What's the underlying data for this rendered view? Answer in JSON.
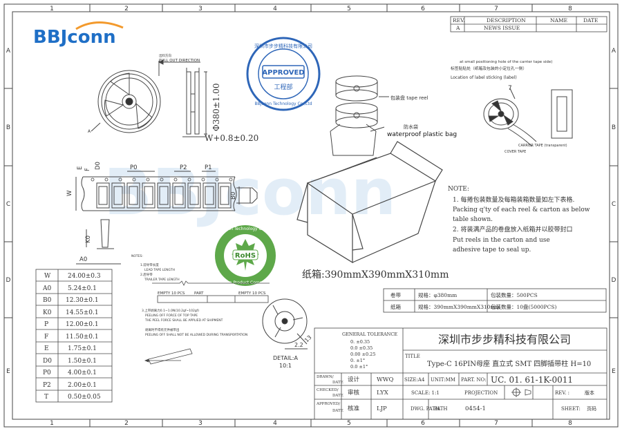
{
  "drawing": {
    "col_numbers": [
      "1",
      "2",
      "3",
      "4",
      "5",
      "6",
      "7",
      "8"
    ],
    "row_letters": [
      "A",
      "B",
      "C",
      "D",
      "E"
    ],
    "brand_logo_text": "BBJconn",
    "watermark_text": "BBJconn"
  },
  "revision_table": {
    "headers": [
      "REV.",
      "DESCRIPTION",
      "NAME",
      "DATE"
    ],
    "row": [
      "A",
      "NEWS ISSUE",
      "",
      ""
    ]
  },
  "reel_view": {
    "pull_label": "PULL OUT DIRECTION",
    "pull_small": "出料方向",
    "label_a": "A",
    "dim_diameter": "Φ380±1.00",
    "dim_width": "W+0.8±0.20"
  },
  "approval_stamp": {
    "ring_top": "深圳市步步精科技有限公司",
    "ring_bottom": "BBJconn Technology Co.,Ltd",
    "center_label": "APPROVED",
    "dept": "工程部"
  },
  "pack_view": {
    "reel_label": "包装盘 tape reel",
    "bag_label_cn": "防水袋",
    "bag_label_en": "waterproof plastic bag"
  },
  "label_note": {
    "line1": "at small positioning hole of the carrier tape side)",
    "line2": "标签贴贴处（纸箱及包装的小定位孔一侧）",
    "line3": "Location of label sticking (label)",
    "mark_7": "7",
    "carrier_tape": "CARRIER TAPE (transparent)",
    "cover_tape": "COVER TAPE"
  },
  "tape_view": {
    "p0": "P0",
    "p2": "P2",
    "p1": "P1",
    "e": "E",
    "f": "F",
    "d0": "D0",
    "w": "W",
    "b0": "B0",
    "k0": "K0",
    "a0": "A0"
  },
  "rohs_seal": {
    "ring_top": "BBJconn Technology Co., Ltd",
    "center": "RoHS",
    "ring_bottom": "Green Product Compliant"
  },
  "carton": {
    "size_label": "纸箱:390mmX390mmX310mm"
  },
  "notes": {
    "title": "NOTE:",
    "n1_cn": "1. 每捲包装数量及每箱装箱数量如左下表格.",
    "n1_en_a": "Packing q'ty of each reel & carton as below",
    "n1_en_b": "table shown.",
    "n2_cn": "2. 将装满产品的卷盘放入纸箱并以胶带封口",
    "n2_en_a": "Put reels in the carton and use",
    "n2_en_b": "adhesive tape to seal up."
  },
  "packing_table": {
    "rows": [
      [
        "卷带",
        "规格：φ380mm",
        "包装数量：500PCS"
      ],
      [
        "纸箱",
        "规格：390mmX390mmX310mm",
        "包装数量：10盘(5000PCS)"
      ]
    ]
  },
  "small_notes": {
    "notes_label": "NOTES:",
    "leader": "1.前导带长度",
    "leader_en": "LEAD TAPE LENGTH",
    "trailer": "2.后导带",
    "trailer_en": "TRAILER TAPE LENGTH",
    "empty_left": "EMPTY 10 PCS",
    "part": "PART",
    "empty_right": "EMPTY 10 PCS",
    "peel_cn": "3.上带剥离力0.1~1.0N(10.2gf~102gf)",
    "peel_en": "PEELING OFF FORCE OF TOP TAPE",
    "peel_note": "THE PEEL FORCE SHALL BE APPLIED AT SHIPMENT",
    "peel_cn2": "剥离时不得有元件被带出",
    "peel_en2": "PEELING OFF SHALL NOT BE ALLOWED DURING TRANSPORTATION"
  },
  "detail_view": {
    "label": "DETAIL:A",
    "scale": "10:1",
    "dim_13": "13",
    "dim_22": "2.2"
  },
  "dimension_table": {
    "rows": [
      [
        "W",
        "24.00±0.3"
      ],
      [
        "A0",
        "5.24±0.1"
      ],
      [
        "B0",
        "12.30±0.1"
      ],
      [
        "K0",
        "14.55±0.1"
      ],
      [
        "P",
        "12.00±0.1"
      ],
      [
        "F",
        "11.50±0.1"
      ],
      [
        "E",
        "1.75±0.1"
      ],
      [
        "D0",
        "1.50±0.1"
      ],
      [
        "P0",
        "4.00±0.1"
      ],
      [
        "P2",
        "2.00±0.1"
      ],
      [
        "T",
        "0.50±0.05"
      ]
    ]
  },
  "title_block": {
    "tolerance_title": "GENERAL TOLERANCE",
    "tolerances": [
      "0.   ±0.35",
      "0.0  ±0.35",
      "0.00 ±0.25",
      "0.   ±1°",
      "0.0  ±1°"
    ],
    "company": "深圳市步步精科技有限公司",
    "title_label": "TITLE",
    "title_value": "Type-C 16PIN母座 直立式 SMT 四脚插带柱 H=10",
    "drawn_label": "DRAWN/",
    "drawn_label2": "DATE",
    "drawn_role": "设计",
    "drawn_name": "WWQ",
    "checked_label": "CHECKED/",
    "checked_label2": "DATE",
    "checked_role": "审核",
    "checked_name": "LYX",
    "approved_label": "APPROVED/",
    "approved_label2": "DATE",
    "approved_role": "核准",
    "approved_name": "LJP",
    "size_label": "SIZE:A4",
    "unit_label": "UNIT:MM",
    "part_no_label": "PART. NO:",
    "part_no_value": "UC. 01. 61-1K-0011",
    "scale_label": "SCALE: 1:1",
    "projection_label": "PROJECTION",
    "rev_label": "REV. :",
    "rev_value": "版本",
    "dwg_label": "DWG. PATH",
    "dwg_value": "0454-1",
    "sheet_label": "SHEET:",
    "sheet_value": "页码"
  }
}
